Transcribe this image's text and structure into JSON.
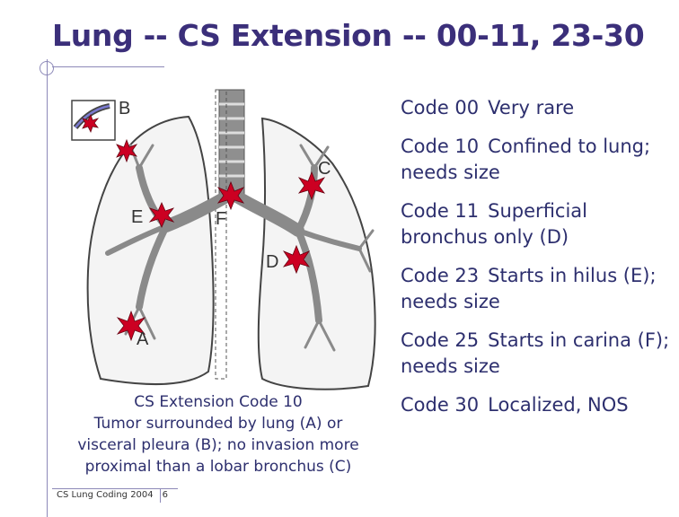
{
  "slide": {
    "title": "Lung -- CS Extension -- 00-11, 23-30",
    "codes": [
      {
        "code": "Code 00",
        "desc": "Very rare"
      },
      {
        "code": "Code 10",
        "desc": "Confined to lung; needs size"
      },
      {
        "code": "Code 11",
        "desc": "Superficial bronchus only (D)"
      },
      {
        "code": "Code 23",
        "desc": "Starts in hilus (E); needs size"
      },
      {
        "code": "Code 25",
        "desc": "Starts in carina (F); needs size"
      },
      {
        "code": "Code 30",
        "desc": "Localized, NOS"
      }
    ],
    "caption": {
      "line1": "CS Extension Code 10",
      "line2": "Tumor surrounded by lung (A) or",
      "line3": "visceral pleura (B); no invasion more",
      "line4": "proximal than a lobar bronchus (C)"
    },
    "footer": {
      "text": "CS Lung Coding 2004",
      "page": "6"
    },
    "diagram_labels": {
      "a": "A",
      "b": "B",
      "c": "C",
      "d": "D",
      "e": "E",
      "f": "F"
    }
  },
  "colors": {
    "title": "#3b2f7a",
    "text": "#2d2f6e",
    "tumor": "#cc0022",
    "lung_fill": "#f4f4f4",
    "bronchus": "#9a9a9a",
    "outline": "#444444"
  }
}
